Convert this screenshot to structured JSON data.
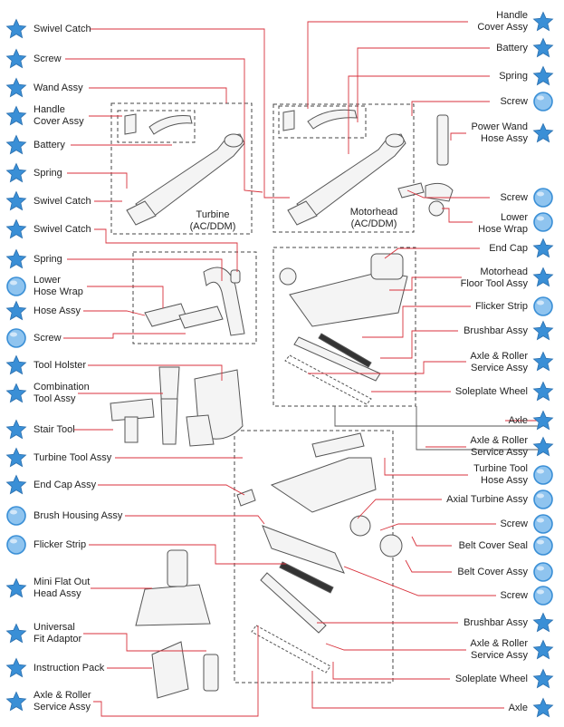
{
  "colors": {
    "leader": "#d8323c",
    "icon": "#3a8fd6",
    "icon_light": "#8fc4ef",
    "line": "#555555"
  },
  "captions": {
    "turbine": "Turbine\n(AC/DDM)",
    "motorhead": "Motorhead\n(AC/DDM)"
  },
  "left_parts": [
    {
      "label": "Swivel Catch",
      "icon": "star-icon"
    },
    {
      "label": "Screw",
      "icon": "star-icon"
    },
    {
      "label": "Wand Assy",
      "icon": "star-icon"
    },
    {
      "label": "Handle\nCover Assy",
      "icon": "star-icon"
    },
    {
      "label": "Battery",
      "icon": "star-icon"
    },
    {
      "label": "Spring",
      "icon": "star-icon"
    },
    {
      "label": "Swivel Catch",
      "icon": "star-icon"
    },
    {
      "label": "Swivel Catch",
      "icon": "star-icon"
    },
    {
      "label": "Spring",
      "icon": "star-icon"
    },
    {
      "label": "Lower\nHose Wrap",
      "icon": "circle-icon"
    },
    {
      "label": "Hose Assy",
      "icon": "star-icon"
    },
    {
      "label": "Screw",
      "icon": "circle-icon"
    },
    {
      "label": "Tool Holster",
      "icon": "star-icon"
    },
    {
      "label": "Combination\nTool Assy",
      "icon": "star-icon"
    },
    {
      "label": "Stair Tool",
      "icon": "star-icon"
    },
    {
      "label": "Turbine Tool Assy",
      "icon": "star-icon"
    },
    {
      "label": "End Cap Assy",
      "icon": "star-icon"
    },
    {
      "label": "Brush Housing Assy",
      "icon": "circle-icon"
    },
    {
      "label": "Flicker Strip",
      "icon": "circle-icon"
    },
    {
      "label": "Mini Flat Out\nHead Assy",
      "icon": "star-icon"
    },
    {
      "label": "Universal\nFit Adaptor",
      "icon": "star-icon"
    },
    {
      "label": "Instruction Pack",
      "icon": "star-icon"
    },
    {
      "label": "Axle & Roller\nService Assy",
      "icon": "star-icon"
    }
  ],
  "right_parts": [
    {
      "label": "Handle\nCover Assy",
      "icon": "star-icon"
    },
    {
      "label": "Battery",
      "icon": "star-icon"
    },
    {
      "label": "Spring",
      "icon": "star-icon"
    },
    {
      "label": "Screw",
      "icon": "circle-icon"
    },
    {
      "label": "Power Wand\nHose Assy",
      "icon": "star-icon"
    },
    {
      "label": "Screw",
      "icon": "circle-icon"
    },
    {
      "label": "Lower\nHose Wrap",
      "icon": "circle-icon"
    },
    {
      "label": "End Cap",
      "icon": "star-icon"
    },
    {
      "label": "Motorhead\nFloor Tool Assy",
      "icon": "star-icon"
    },
    {
      "label": "Flicker Strip",
      "icon": "circle-icon"
    },
    {
      "label": "Brushbar Assy",
      "icon": "star-icon"
    },
    {
      "label": "Axle & Roller\nService Assy",
      "icon": "star-icon"
    },
    {
      "label": "Soleplate Wheel",
      "icon": "star-icon"
    },
    {
      "label": "Axle",
      "icon": "star-icon"
    },
    {
      "label": "Axle & Roller\nService Assy",
      "icon": "star-icon"
    },
    {
      "label": "Turbine Tool\nHose Assy",
      "icon": "circle-icon"
    },
    {
      "label": "Axial Turbine Assy",
      "icon": "circle-icon"
    },
    {
      "label": "Screw",
      "icon": "circle-icon"
    },
    {
      "label": "Belt Cover Seal",
      "icon": "circle-icon"
    },
    {
      "label": "Belt Cover Assy",
      "icon": "circle-icon"
    },
    {
      "label": "Screw",
      "icon": "circle-icon"
    },
    {
      "label": "Brushbar Assy",
      "icon": "star-icon"
    },
    {
      "label": "Axle & Roller\nService Assy",
      "icon": "star-icon"
    },
    {
      "label": "Soleplate Wheel",
      "icon": "star-icon"
    },
    {
      "label": "Axle",
      "icon": "star-icon"
    }
  ]
}
